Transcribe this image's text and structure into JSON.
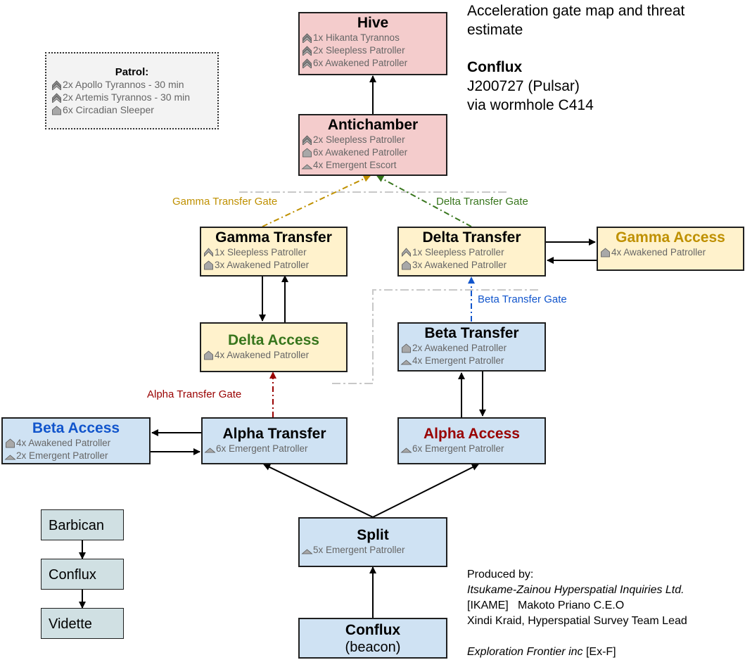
{
  "header": {
    "title_line1": "Acceleration gate map and threat",
    "title_line2": "estimate",
    "system_name": "Conflux",
    "system_id": "J200727 (Pulsar)",
    "system_route": "via wormhole C414"
  },
  "patrol": {
    "title": "Patrol:",
    "units": [
      {
        "icon": "double-chevron-icon",
        "text": "2x Apollo Tyrannos - 30 min"
      },
      {
        "icon": "double-chevron-icon",
        "text": "2x Artemis Tyrannos - 30 min"
      },
      {
        "icon": "house-icon",
        "text": "6x Circadian Sleeper"
      }
    ]
  },
  "rooms": {
    "hive": {
      "title": "Hive",
      "units": [
        {
          "icon": "double-chevron-icon",
          "text": "1x Hikanta Tyrannos"
        },
        {
          "icon": "double-chevron-icon",
          "text": "2x Sleepless Patroller"
        },
        {
          "icon": "double-chevron-icon",
          "text": "6x Awakened Patroller"
        }
      ]
    },
    "antichamber": {
      "title": "Antichamber",
      "units": [
        {
          "icon": "double-chevron-icon",
          "text": "2x Sleepless Patroller"
        },
        {
          "icon": "house-icon",
          "text": "6x Awakened Patroller"
        },
        {
          "icon": "triangle-icon",
          "text": "4x Emergent Escort"
        }
      ]
    },
    "gamma_transfer": {
      "title": "Gamma Transfer",
      "units": [
        {
          "icon": "chevron-icon",
          "text": "1x Sleepless Patroller"
        },
        {
          "icon": "house-icon",
          "text": "3x Awakened Patroller"
        }
      ]
    },
    "delta_transfer": {
      "title": "Delta Transfer",
      "units": [
        {
          "icon": "chevron-icon",
          "text": "1x Sleepless Patroller"
        },
        {
          "icon": "house-icon",
          "text": "3x Awakened Patroller"
        }
      ]
    },
    "gamma_access": {
      "title": "Gamma Access",
      "units": [
        {
          "icon": "house-icon",
          "text": "4x Awakened Patroller"
        }
      ]
    },
    "delta_access": {
      "title": "Delta Access",
      "units": [
        {
          "icon": "house-icon",
          "text": "4x Awakened Patroller"
        }
      ]
    },
    "beta_transfer": {
      "title": "Beta Transfer",
      "units": [
        {
          "icon": "house-icon",
          "text": "2x Awakened Patroller"
        },
        {
          "icon": "triangle-icon",
          "text": "4x Emergent Patroller"
        }
      ]
    },
    "beta_access": {
      "title": "Beta Access",
      "units": [
        {
          "icon": "house-icon",
          "text": "4x Awakened Patroller"
        },
        {
          "icon": "triangle-icon",
          "text": "2x Emergent Patroller"
        }
      ]
    },
    "alpha_transfer": {
      "title": "Alpha Transfer",
      "units": [
        {
          "icon": "triangle-icon",
          "text": "6x Emergent Patroller"
        }
      ]
    },
    "alpha_access": {
      "title": "Alpha Access",
      "units": [
        {
          "icon": "triangle-icon",
          "text": "6x Emergent Patroller"
        }
      ]
    },
    "split": {
      "title": "Split",
      "units": [
        {
          "icon": "triangle-icon",
          "text": "5x Emergent Patroller"
        }
      ]
    },
    "conflux_beacon": {
      "title": "Conflux",
      "subtitle": "(beacon)"
    }
  },
  "chain": [
    "Barbican",
    "Conflux",
    "Vidette"
  ],
  "gates": {
    "gamma": "Gamma Transfer Gate",
    "delta": "Delta Transfer Gate",
    "beta": "Beta Transfer Gate",
    "alpha": "Alpha Transfer Gate"
  },
  "colors": {
    "gamma": "#bf9000",
    "delta": "#38761d",
    "beta": "#1155cc",
    "alpha": "#990000",
    "hive_fill": "#f4cccc",
    "gate_fill": "#fff2cc",
    "blue_fill": "#cfe2f3"
  },
  "credits": {
    "heading": "Produced by:",
    "company": "Itsukame-Zainou Hyperspatial Inquiries Ltd.",
    "ceo": "[IKAME]   Makoto Priano C.E.O",
    "lead": "Xindi Kraid, Hyperspatial Survey Team Lead",
    "partner_name": "Exploration Frontier inc",
    "partner_tag": " [Ex-F]"
  }
}
